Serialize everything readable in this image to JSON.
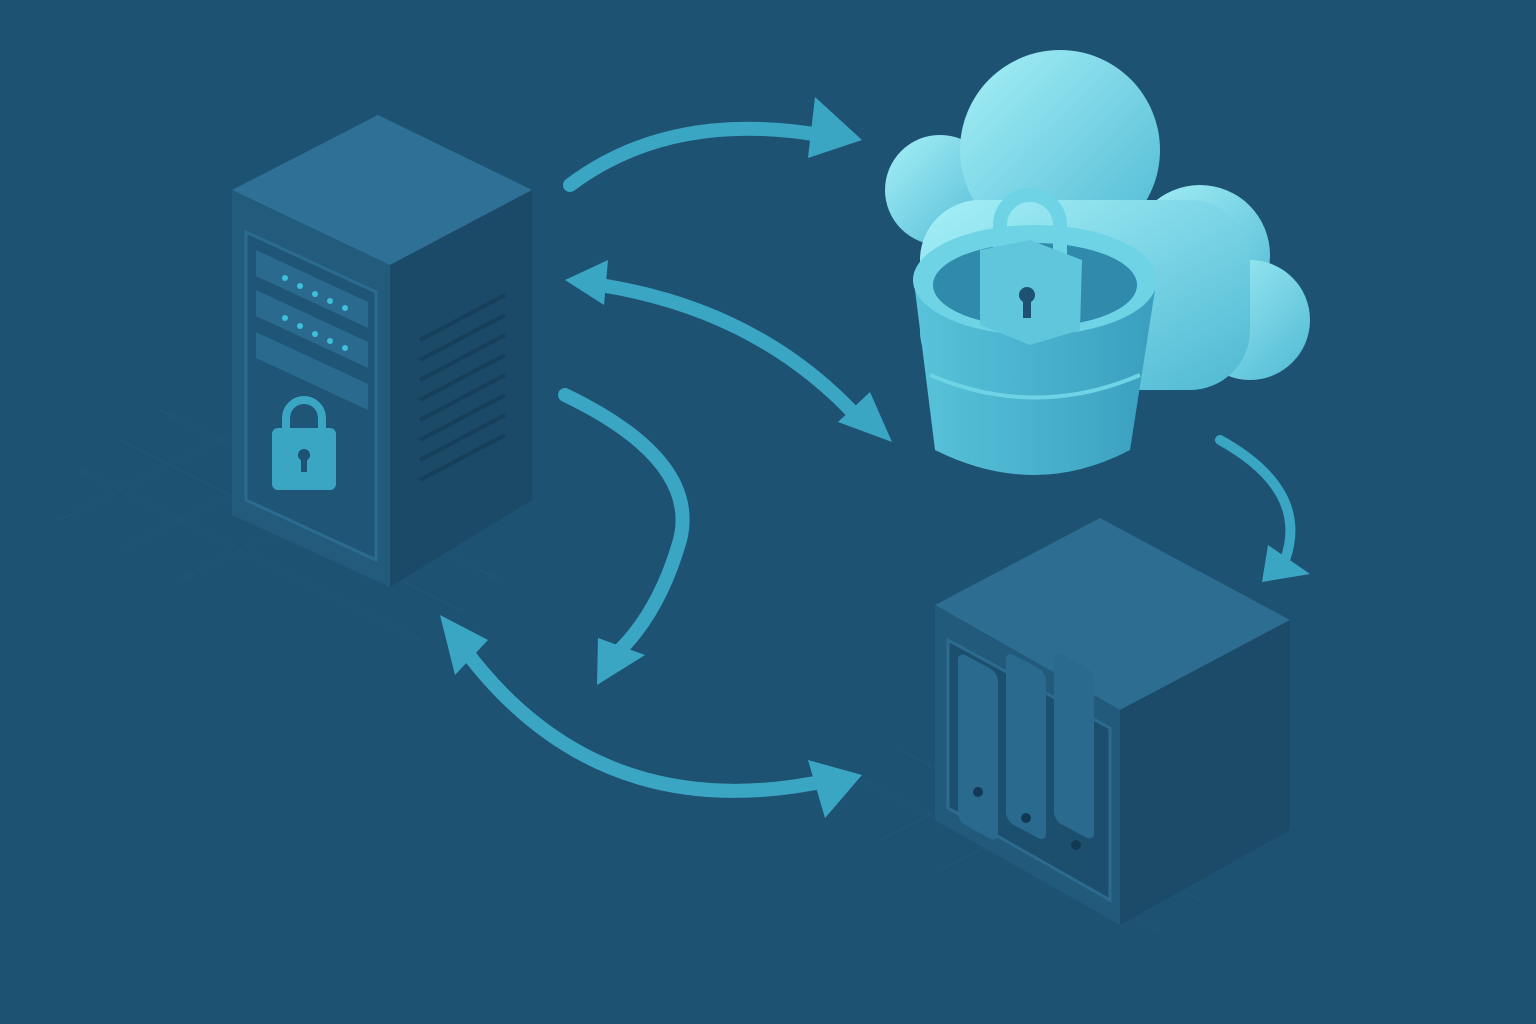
{
  "diagram": {
    "nodes": [
      {
        "id": "server",
        "icon": "server-tower-with-lock-icon"
      },
      {
        "id": "cloud-bucket",
        "icon": "cloud-bucket-with-lock-icon"
      },
      {
        "id": "nas",
        "icon": "nas-storage-icon"
      }
    ],
    "connections": [
      {
        "from": "server",
        "to": "cloud-bucket",
        "direction": "one-way"
      },
      {
        "from": "server",
        "to": "cloud-bucket",
        "direction": "two-way"
      },
      {
        "from": "server",
        "to": "nas",
        "direction": "one-way"
      },
      {
        "from": "server",
        "to": "nas",
        "direction": "two-way"
      },
      {
        "from": "cloud-bucket",
        "to": "nas",
        "direction": "one-way"
      }
    ]
  },
  "colors": {
    "background": "#1d5272",
    "arrow": "#3aa6c4",
    "server_top": "#2f7196",
    "server_front": "#235b7d",
    "server_side": "#1b4a68",
    "cloud": "#7fdbea",
    "nas_top": "#2d6d91",
    "nas_front": "#225a7b",
    "nas_side": "#1b4b69"
  }
}
